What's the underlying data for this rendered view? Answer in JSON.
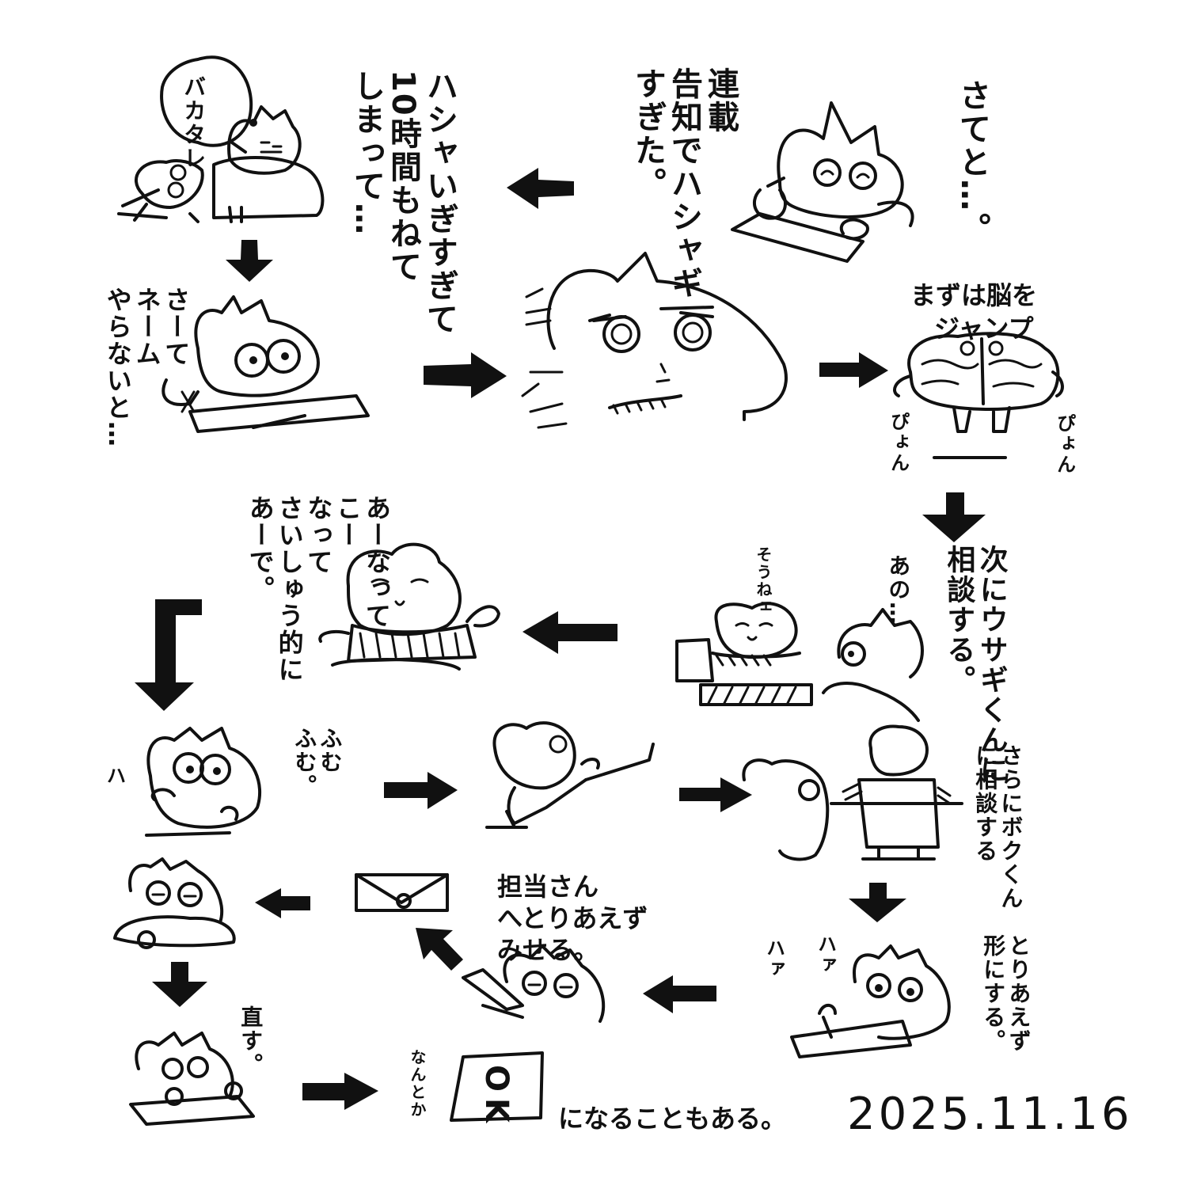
{
  "panels": {
    "p1": {
      "text_a": "さてと…。",
      "text_b": "連載\n告知でハシャギ\nすぎた。"
    },
    "p2": {
      "text_a": "ハシャいぎすぎて\n10時間もねて\nしまって…",
      "bubble": "バカタレ"
    },
    "p3": {
      "text_a": "さーて\nネーム\nやらないと…"
    },
    "p5": {
      "text_a": "まずは脳を",
      "text_b": "ジャンプ",
      "sfx_left": "ぴょん",
      "sfx_right": "ぴょん"
    },
    "p6": {
      "text_a": "次にウサギくんに\n相談する。",
      "say_left": "そうねェ",
      "say_right": "あの…"
    },
    "p7": {
      "text_a": "あーなって\nこー\nなって\nさいしゅう的に\nあーで。"
    },
    "p8": {
      "text_a": "ふむ\nふむ。",
      "sfx": "ハ"
    },
    "p10": {
      "text_a": "さらにボクくん\nに相談する"
    },
    "p11": {
      "text_a": "とりあえず\n形にする。",
      "sfx_a": "ハァ",
      "sfx_b": "ハァ"
    },
    "p12": {
      "text_a": "担当さん\nへとりあえず\nみせる。"
    },
    "p15": {
      "text_a": "直す。"
    },
    "p16": {
      "text_a": "なんとか",
      "ok": "OK",
      "tail": "になることもある。"
    }
  },
  "date": "2025.11.16",
  "colors": {
    "ink": "#111111",
    "paper": "#ffffff"
  }
}
